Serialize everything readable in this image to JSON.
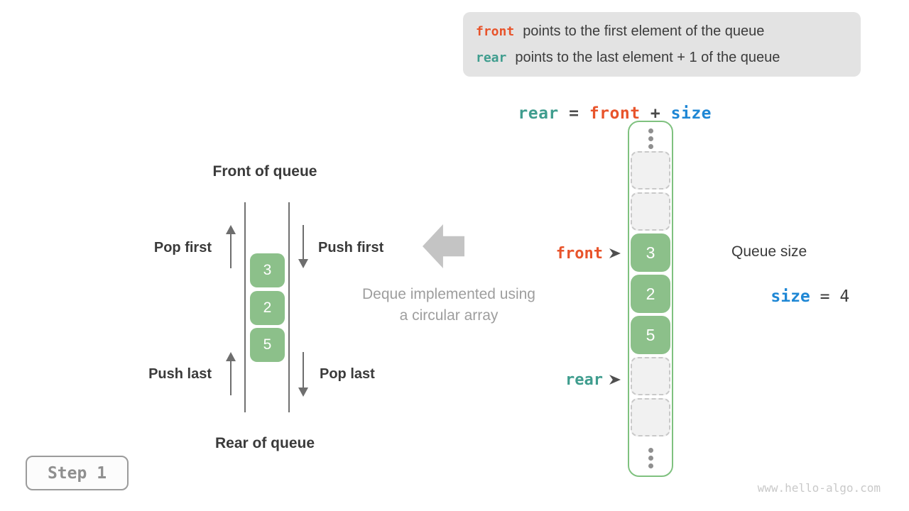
{
  "info_box": {
    "line1": {
      "code": "front",
      "text": "points to the first element of the queue"
    },
    "line2": {
      "code": "rear",
      "text": "points to the last element + 1 of the queue"
    }
  },
  "formula": {
    "rear": "rear",
    "eq": " = ",
    "front": "front",
    "plus": " + ",
    "size": "size"
  },
  "left_diagram": {
    "front_label": "Front of queue",
    "rear_label": "Rear of queue",
    "pop_first": "Pop first",
    "push_first": "Push first",
    "push_last": "Push last",
    "pop_last": "Pop last",
    "values": [
      "3",
      "2",
      "5"
    ]
  },
  "center": {
    "caption_line1": "Deque implemented using",
    "caption_line2": "a circular array"
  },
  "array": {
    "front_pointer": "front",
    "rear_pointer": "rear",
    "cells": [
      {
        "type": "empty"
      },
      {
        "type": "empty"
      },
      {
        "type": "filled",
        "value": "3"
      },
      {
        "type": "filled",
        "value": "2"
      },
      {
        "type": "filled",
        "value": "5"
      },
      {
        "type": "empty"
      },
      {
        "type": "empty"
      }
    ]
  },
  "queue_size": {
    "title": "Queue size",
    "var": "size",
    "rest": " = 4"
  },
  "step_badge": "Step 1",
  "watermark": "www.hello-algo.com",
  "colors": {
    "front_orange": "#e8542b",
    "rear_teal": "#3f9d8e",
    "size_blue": "#1e87d5",
    "cell_green": "#8cc08a",
    "container_green_border": "#7fc17f",
    "info_box_bg": "#e3e3e3"
  }
}
